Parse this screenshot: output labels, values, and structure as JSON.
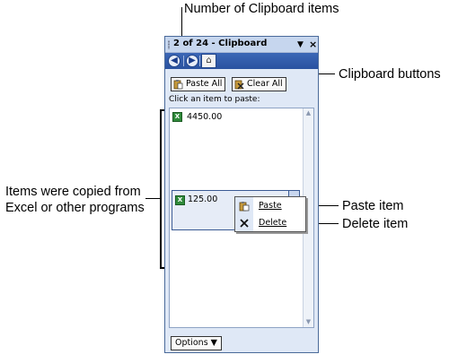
{
  "callouts": {
    "number_of_items": "Number of Clipboard items",
    "clipboard_buttons": "Clipboard buttons",
    "items_copied_line1": "Items were copied from",
    "items_copied_line2": "Excel or other programs",
    "paste_item": "Paste item",
    "delete_item": "Delete item"
  },
  "pane": {
    "title": "2 of 24 - Clipboard",
    "dropdown_glyph": "▼",
    "close_glyph": "×",
    "nav": {
      "back_glyph": "◀",
      "forward_glyph": "▶",
      "home_glyph": "⌂"
    },
    "paste_all_label": "Paste All",
    "clear_all_label": "Clear All",
    "click_label": "Click an item to paste:",
    "items": [
      {
        "icon": "excel-icon",
        "text": "4450.00"
      },
      {
        "icon": "excel-icon",
        "text": "125.00"
      }
    ],
    "options_label": "Options ▼"
  },
  "context_menu": {
    "items": [
      {
        "label": "Paste",
        "icon": "paste-icon"
      },
      {
        "label": "Delete",
        "icon": "delete-icon"
      }
    ]
  },
  "colors": {
    "pane_background": "#dfe8f6",
    "nav_bar": "#2a52a0",
    "excel_green": "#2f8a3a",
    "selection_border": "#3a5a94"
  }
}
